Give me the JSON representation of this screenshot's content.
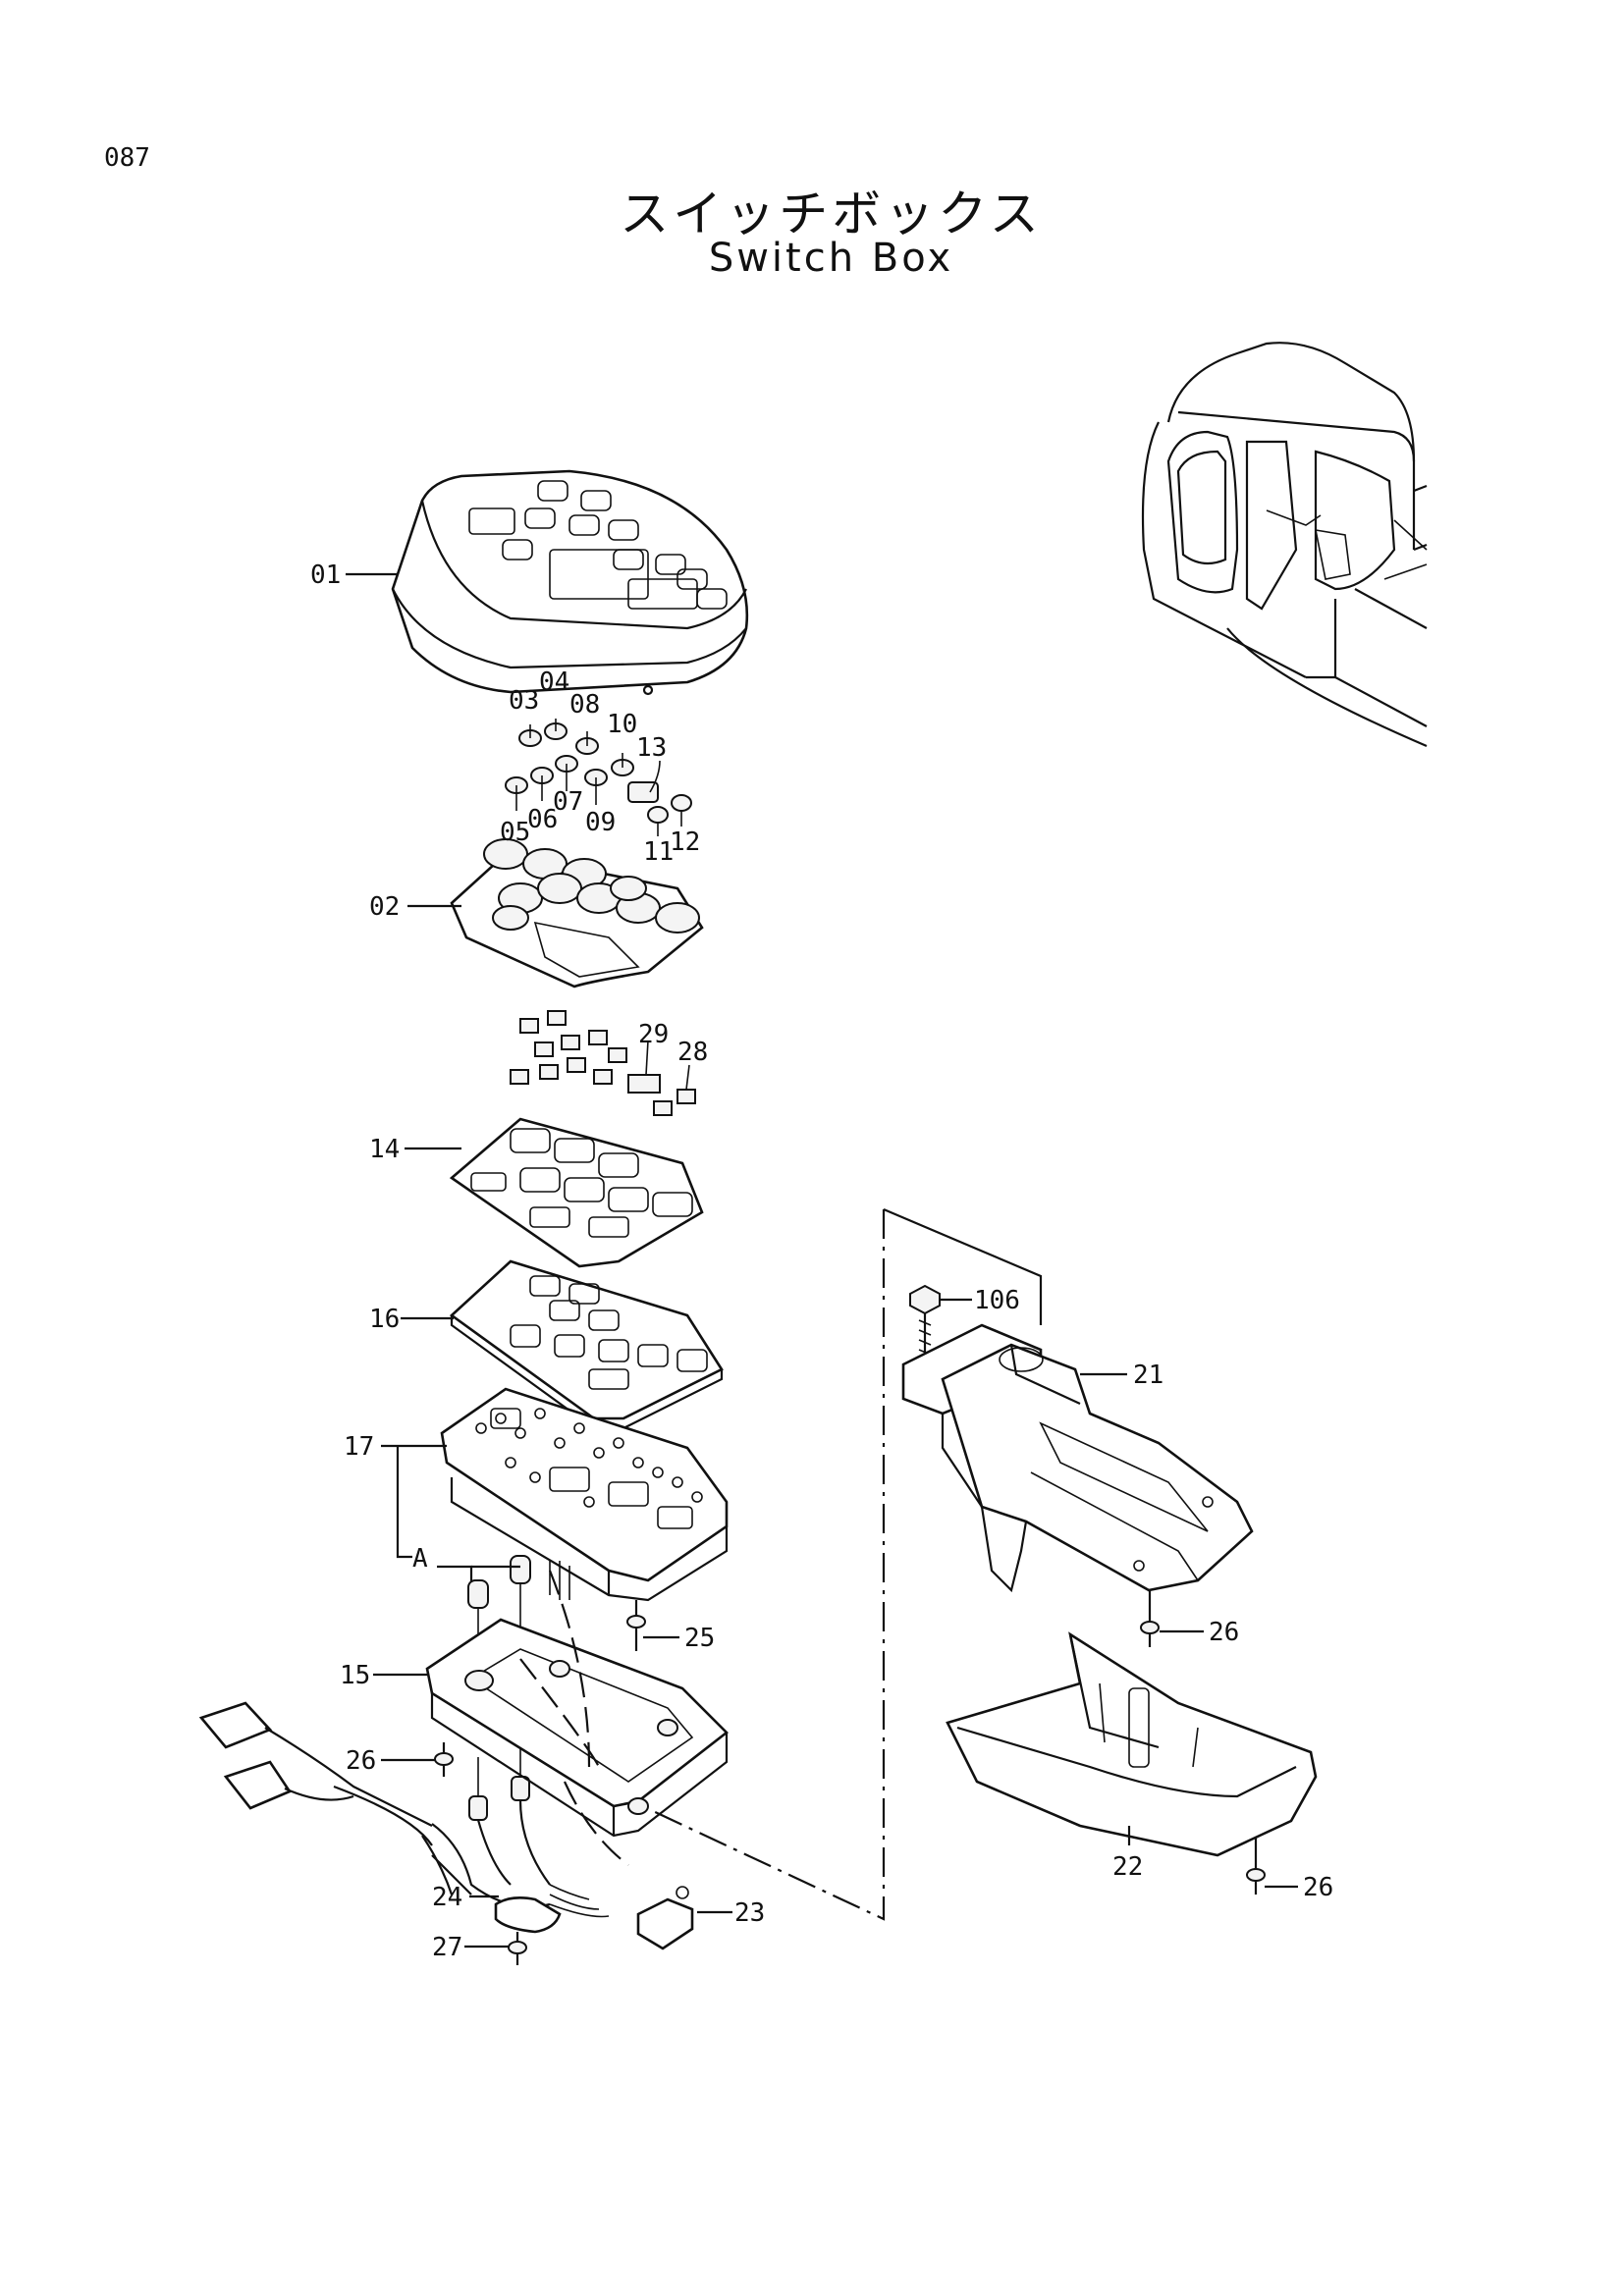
{
  "page": {
    "number": "087"
  },
  "title": {
    "ja": "スイッチボックス",
    "en": "Switch Box"
  },
  "callouts": {
    "c01": "01",
    "c02": "02",
    "c03": "03",
    "c04": "04",
    "c05": "05",
    "c06": "06",
    "c07": "07",
    "c08": "08",
    "c09": "09",
    "c10": "10",
    "c11": "11",
    "c12": "12",
    "c13": "13",
    "c14": "14",
    "c15": "15",
    "c16": "16",
    "c17": "17",
    "c21": "21",
    "c22": "22",
    "c23": "23",
    "c24": "24",
    "c25": "25",
    "c26a": "26",
    "c26b": "26",
    "c26c": "26",
    "c27": "27",
    "c28": "28",
    "c29": "29",
    "c106": "106",
    "cA": "A"
  }
}
